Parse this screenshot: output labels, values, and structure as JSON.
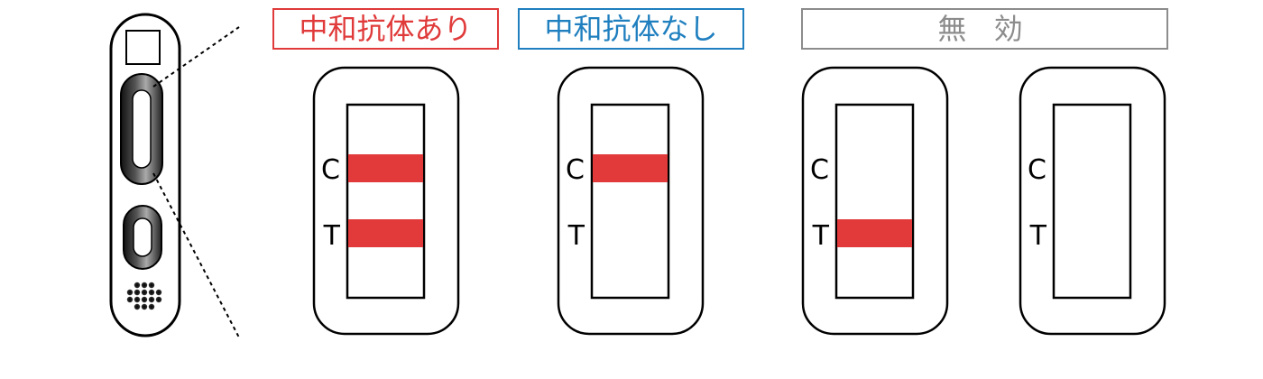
{
  "colors": {
    "positive": "#e03a3a",
    "negative": "#1f7fbf",
    "invalid": "#8c8c8c",
    "band": "#e23a3a",
    "outline": "#000000"
  },
  "labels": {
    "positive": "中和抗体あり",
    "negative": "中和抗体なし",
    "invalid": "無 効"
  },
  "cassettes": [
    {
      "c_label": "C",
      "t_label": "T",
      "c_band": true,
      "t_band": true
    },
    {
      "c_label": "C",
      "t_label": "T",
      "c_band": true,
      "t_band": false
    },
    {
      "c_label": "C",
      "t_label": "T",
      "c_band": false,
      "t_band": true
    },
    {
      "c_label": "C",
      "t_label": "T",
      "c_band": false,
      "t_band": false
    }
  ]
}
